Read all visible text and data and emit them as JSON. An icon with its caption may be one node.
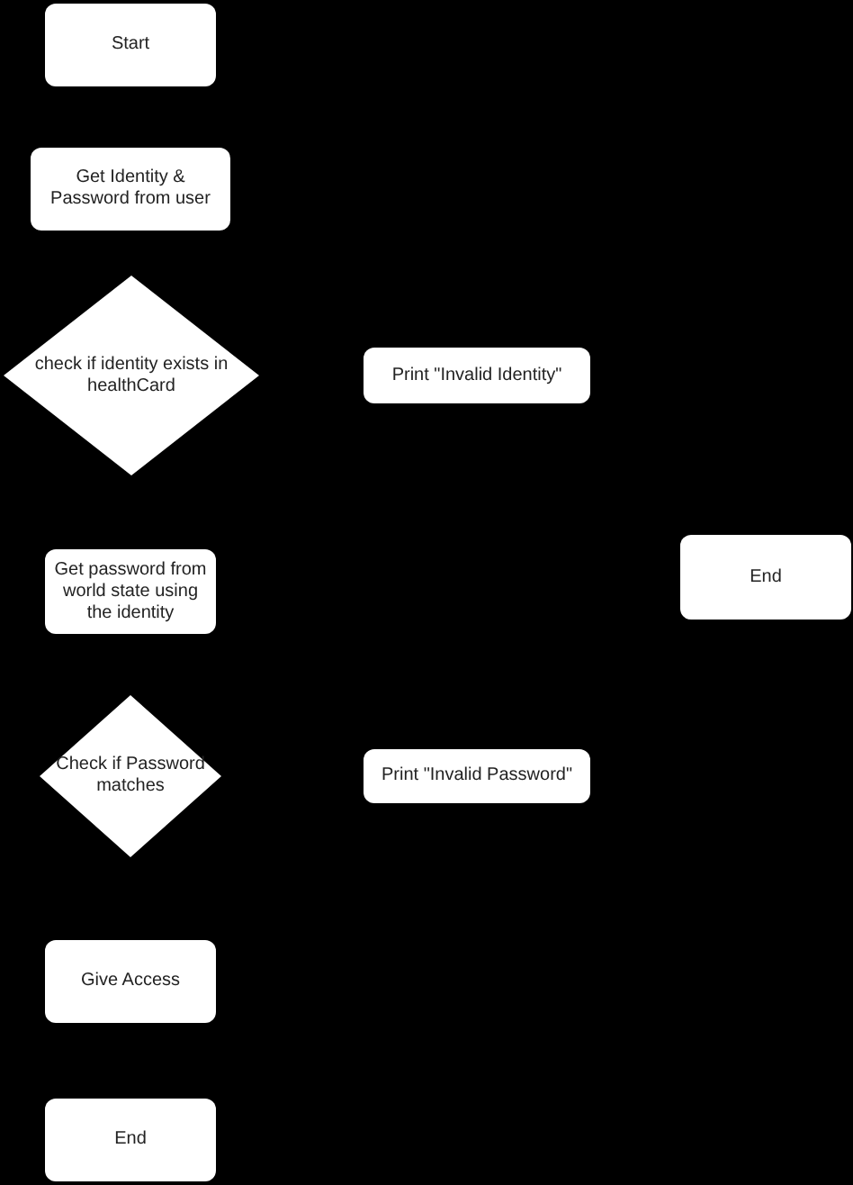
{
  "diagram": {
    "nodes": [
      {
        "text": [
          "Start"
        ]
      },
      {
        "text": [
          "Get Identity & Password from user"
        ]
      },
      {
        "text": [
          "check if identity exists in healthCard"
        ]
      },
      {
        "text": [
          "Print \"Invalid Identity\""
        ]
      },
      {
        "text": [
          "End"
        ]
      },
      {
        "text": [
          "Get password from world state using the identity"
        ]
      },
      {
        "text": [
          "Check if Password matches"
        ]
      },
      {
        "text": [
          "Print \"Invalid Password\""
        ]
      },
      {
        "text": [
          "Give Access"
        ]
      },
      {
        "text": [
          "End"
        ]
      }
    ]
  }
}
